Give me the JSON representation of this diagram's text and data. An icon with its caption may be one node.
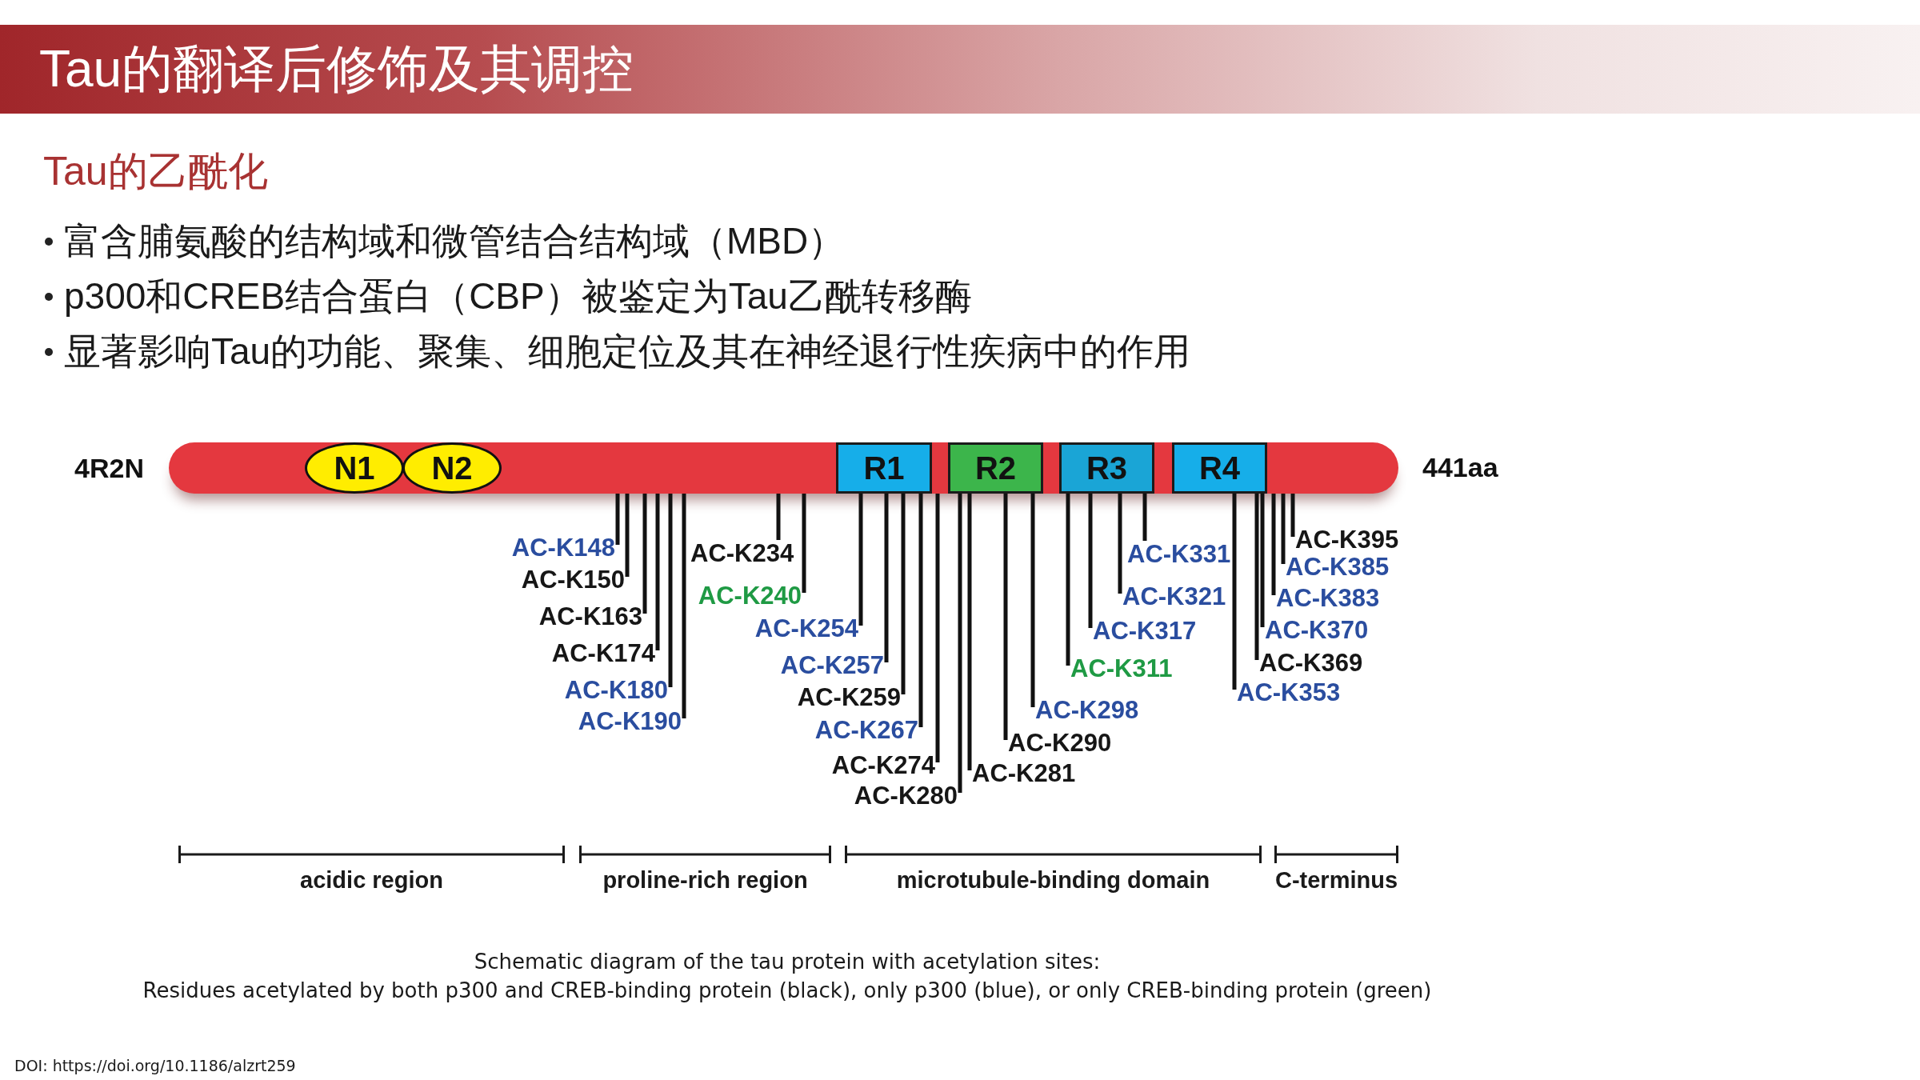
{
  "diagram": {
    "title": "Tau的翻译后修饰及其调控",
    "caption": "Schematic diagram of the tau protein with acetylation sites: Residues acetylated by both p300 and CREB-binding protein (black), only p300 (blue), or only CREB-binding protein (green)",
    "nodes": [
      {
        "text": [],
        "shape": "bar",
        "beside": [
          "4R2N",
          "441aa"
        ]
      },
      {
        "text": [
          "N1"
        ],
        "in": 0
      },
      {
        "text": [
          "N2"
        ],
        "in": 0
      },
      {
        "text": [
          "R1"
        ],
        "in": 0
      },
      {
        "text": [
          "R2"
        ],
        "in": 0
      },
      {
        "text": [
          "R3"
        ],
        "in": 0
      },
      {
        "text": [
          "R4"
        ],
        "in": 0
      },
      {
        "text": [
          "AC-K148"
        ]
      },
      {
        "text": [
          "AC-K150"
        ]
      },
      {
        "text": [
          "AC-K163"
        ]
      },
      {
        "text": [
          "AC-K174"
        ]
      },
      {
        "text": [
          "AC-K180"
        ]
      },
      {
        "text": [
          "AC-K190"
        ]
      },
      {
        "text": [
          "AC-K234"
        ]
      },
      {
        "text": [
          "AC-K240"
        ]
      },
      {
        "text": [
          "AC-K254"
        ]
      },
      {
        "text": [
          "AC-K257"
        ]
      },
      {
        "text": [
          "AC-K259"
        ]
      },
      {
        "text": [
          "AC-K267"
        ]
      },
      {
        "text": [
          "AC-K274"
        ]
      },
      {
        "text": [
          "AC-K280"
        ]
      },
      {
        "text": [
          "AC-K281"
        ]
      },
      {
        "text": [
          "AC-K290"
        ]
      },
      {
        "text": [
          "AC-K298"
        ]
      },
      {
        "text": [
          "AC-K311"
        ]
      },
      {
        "text": [
          "AC-K317"
        ]
      },
      {
        "text": [
          "AC-K321"
        ]
      },
      {
        "text": [
          "AC-K331"
        ]
      },
      {
        "text": [
          "AC-K353"
        ]
      },
      {
        "text": [
          "AC-K369"
        ]
      },
      {
        "text": [
          "AC-K370"
        ]
      },
      {
        "text": [
          "AC-K383"
        ]
      },
      {
        "text": [
          "AC-K385"
        ]
      },
      {
        "text": [
          "AC-K395"
        ]
      }
    ],
    "edges": [
      {
        "from": 7,
        "to": 0,
        "arrow": "none"
      },
      {
        "from": 8,
        "to": 0,
        "arrow": "none"
      },
      {
        "from": 9,
        "to": 0,
        "arrow": "none"
      },
      {
        "from": 10,
        "to": 0,
        "arrow": "none"
      },
      {
        "from": 11,
        "to": 0,
        "arrow": "none"
      },
      {
        "from": 12,
        "to": 0,
        "arrow": "none"
      },
      {
        "from": 13,
        "to": 0,
        "arrow": "none"
      },
      {
        "from": 14,
        "to": 0,
        "arrow": "none"
      },
      {
        "from": 15,
        "to": 3,
        "arrow": "none"
      },
      {
        "from": 16,
        "to": 3,
        "arrow": "none"
      },
      {
        "from": 17,
        "to": 3,
        "arrow": "none"
      },
      {
        "from": 18,
        "to": 3,
        "arrow": "none"
      },
      {
        "from": 19,
        "to": 0,
        "arrow": "none"
      },
      {
        "from": 20,
        "to": 4,
        "arrow": "none"
      },
      {
        "from": 21,
        "to": 4,
        "arrow": "none"
      },
      {
        "from": 22,
        "to": 4,
        "arrow": "none"
      },
      {
        "from": 23,
        "to": 4,
        "arrow": "none"
      },
      {
        "from": 24,
        "to": 5,
        "arrow": "none"
      },
      {
        "from": 25,
        "to": 5,
        "arrow": "none"
      },
      {
        "from": 26,
        "to": 5,
        "arrow": "none"
      },
      {
        "from": 27,
        "to": 5,
        "arrow": "none"
      },
      {
        "from": 28,
        "to": 6,
        "arrow": "none"
      },
      {
        "from": 29,
        "to": 6,
        "arrow": "none"
      },
      {
        "from": 30,
        "to": 6,
        "arrow": "none"
      },
      {
        "from": 31,
        "to": 0,
        "arrow": "none"
      },
      {
        "from": 32,
        "to": 0,
        "arrow": "none"
      },
      {
        "from": 33,
        "to": 0,
        "arrow": "none"
      }
    ],
    "labels": [
      "Tau的乙酰化",
      "富含脯氨酸的结构域和微管结合结构域（MBD）",
      "p300和CREB结合蛋白（CBP）被鉴定为Tau乙酰转移酶",
      "显著影响Tau的功能、聚集、细胞定位及其在神经退行性疾病中的作用",
      "acidic region",
      "proline-rich region",
      "microtubule-binding domain",
      "C-terminus",
      "DOI: https://doi.org/10.1186/alzrt259"
    ]
  }
}
